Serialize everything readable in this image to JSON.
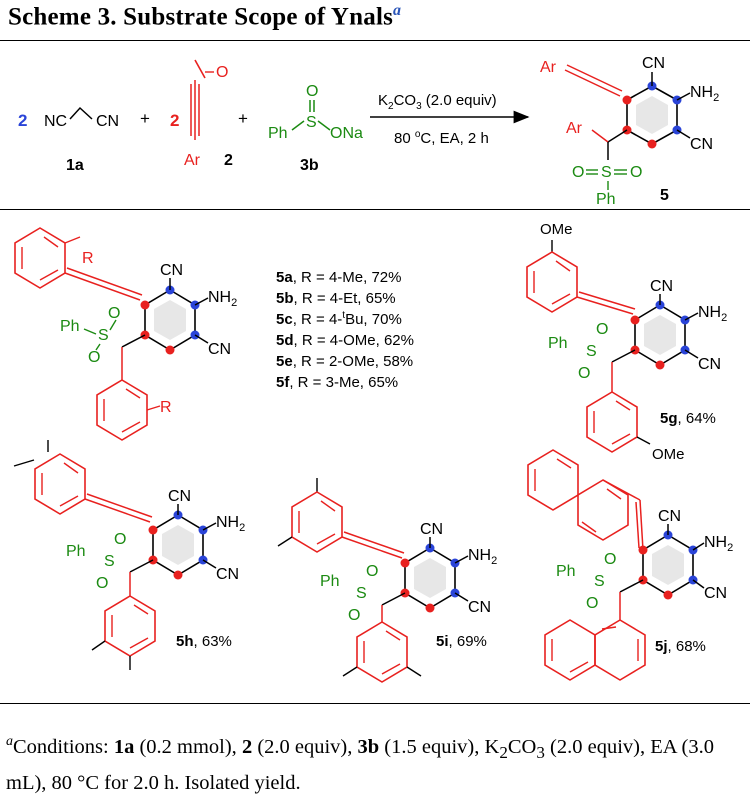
{
  "header": {
    "title": "Scheme 3. Substrate Scope of Ynals",
    "title_mark": "a"
  },
  "reaction": {
    "coef_1a": "2",
    "nc_left": "NC",
    "cn_right": "CN",
    "label_1a": "1a",
    "plus_1": "+",
    "coef_2": "2",
    "oxygen": "O",
    "aryl_2": "Ar",
    "label_2": "2",
    "plus_2": "+",
    "sulfinate_O": "O",
    "sulfinate_Ph": "Ph",
    "sulfinate_S": "S",
    "sulfinate_ONa": "ONa",
    "label_3b": "3b",
    "cond_reagent": "K",
    "cond_sub": "2",
    "cond_rest": "CO",
    "cond_sub2": "3",
    "cond_equiv": " (2.0 equiv)",
    "cond_temp": "80 ",
    "cond_deg": "o",
    "cond_tail": "C, EA, 2 h",
    "prod_ar1": "Ar",
    "prod_ar2": "Ar",
    "prod_cn1": "CN",
    "prod_nh2": "NH",
    "prod_nh2_sub": "2",
    "prod_cn2": "CN",
    "prod_O1": "O",
    "prod_S": "S",
    "prod_O2": "O",
    "prod_Ph": "Ph",
    "label_5": "5"
  },
  "scope_5af": {
    "R1": "R",
    "R2": "R",
    "cn1": "CN",
    "nh2": "NH",
    "nh2_sub": "2",
    "cn2": "CN",
    "ph": "Ph",
    "S": "S",
    "O1": "O",
    "O2": "O",
    "entries": [
      {
        "label": "5a",
        "text": ", R = 4-Me, 72%"
      },
      {
        "label": "5b",
        "text": ", R = 4-Et, 65%"
      },
      {
        "label": "5c",
        "text": ", R = 4-",
        "sup": "t",
        "tail": "Bu, 70%"
      },
      {
        "label": "5d",
        "text": ", R = 4-OMe, 62%"
      },
      {
        "label": "5e",
        "text": ", R = 2-OMe, 58%"
      },
      {
        "label": "5f",
        "text": ", R = 3-Me, 65%"
      }
    ]
  },
  "compounds": [
    {
      "label": "5g",
      "yield": ", 64%",
      "top_sub": "OMe",
      "bottom_sub": "OMe"
    },
    {
      "label": "5h",
      "yield": ", 63%"
    },
    {
      "label": "5i",
      "yield": ", 69%"
    },
    {
      "label": "5j",
      "yield": ", 68%"
    }
  ],
  "common": {
    "cn": "CN",
    "nh": "NH",
    "nh_sub": "2",
    "ph": "Ph",
    "s": "S",
    "o": "O"
  },
  "footnote": {
    "mark": "a",
    "p1": "Conditions: ",
    "b1": "1a",
    "p2": " (0.2 mmol), ",
    "b2": "2",
    "p3": " (2.0 equiv), ",
    "b3": "3b",
    "p4": " (1.5 equiv), K",
    "sub1": "2",
    "p5": "CO",
    "sub2": "3",
    "p6": " (2.0 equiv), EA (3.0 mL), 80 °C for 2.0 h. Isolated yield."
  },
  "colors": {
    "red": "#e8211f",
    "blue": "#2a44d8",
    "green": "#1b8a12",
    "ink": "#000000"
  }
}
